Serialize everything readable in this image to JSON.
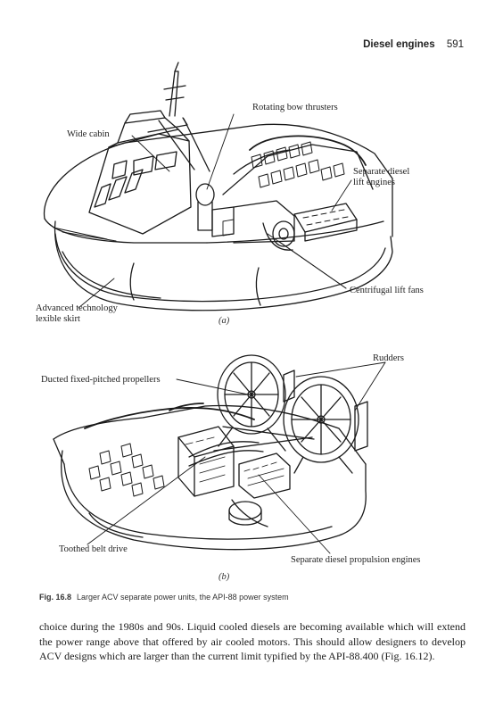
{
  "header": {
    "section_title": "Diesel engines",
    "page_number": "591"
  },
  "figure_a": {
    "panel": "(a)",
    "labels": {
      "rotating_bow_thrusters": "Rotating bow thrusters",
      "wide_cabin": "Wide cabin",
      "separate_diesel_lift_engines_1": "Separate diesel",
      "separate_diesel_lift_engines_2": "lift engines",
      "centrifugal_lift_fans": "Centrifugal lift fans",
      "advanced_technology_1": "Advanced technology",
      "advanced_technology_2": "lexible skirt"
    }
  },
  "figure_b": {
    "panel": "(b)",
    "labels": {
      "rudders": "Rudders",
      "ducted_propellers": "Ducted fixed-pitched propellers",
      "toothed_belt_drive": "Toothed belt drive",
      "separate_diesel_propulsion_engines": "Separate diesel propulsion engines"
    }
  },
  "caption": {
    "number": "Fig. 16.8",
    "text": "Larger ACV separate power units, the API-88 power system"
  },
  "body": {
    "paragraph": "choice during the 1980s and 90s. Liquid cooled diesels are becoming available which will extend the power range above that offered by air cooled motors. This should allow designers to develop ACV designs which are larger than the current limit typified by the API-88.400 (Fig. 16.12)."
  }
}
